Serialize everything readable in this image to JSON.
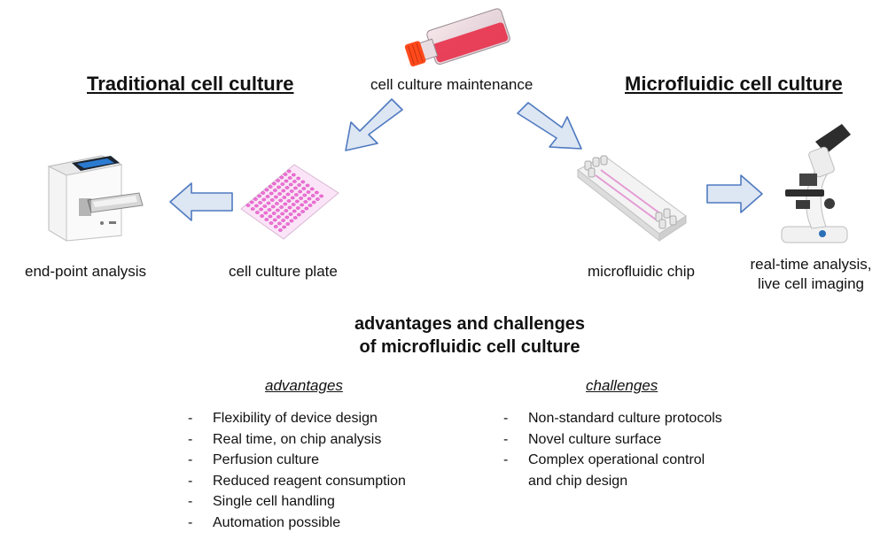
{
  "left_section": {
    "title": "Traditional cell culture",
    "end_point_label": "end-point analysis",
    "plate_label": "cell culture plate"
  },
  "top": {
    "maintenance_label": "cell culture maintenance"
  },
  "right_section": {
    "title": "Microfluidic cell culture",
    "chip_label": "microfluidic chip",
    "realtime_label_line1": "real-time analysis,",
    "realtime_label_line2": "live cell imaging"
  },
  "summary": {
    "heading_line1": "advantages and challenges",
    "heading_line2": "of microfluidic cell culture",
    "advantages_title": "advantages",
    "advantages": [
      "Flexibility of device design",
      "Real time, on chip analysis",
      "Perfusion culture",
      "Reduced reagent consumption",
      "Single cell handling",
      "Automation possible"
    ],
    "challenges_title": "challenges",
    "challenges": [
      "Non-standard culture protocols",
      "Novel culture surface",
      "Complex operational control",
      "and chip design"
    ],
    "bullet_dash": "-"
  },
  "colors": {
    "arrow_fill": "#dde6f3",
    "arrow_stroke": "#4f7ac0",
    "flask_liquid": "#e8304a",
    "flask_cap": "#ff4a1c",
    "plate_wells": "#f070d8"
  },
  "icons": {
    "flask": "cell-culture-flask-icon",
    "plate": "well-plate-icon",
    "reader": "plate-reader-icon",
    "chip": "microfluidic-chip-icon",
    "microscope": "microscope-icon"
  }
}
